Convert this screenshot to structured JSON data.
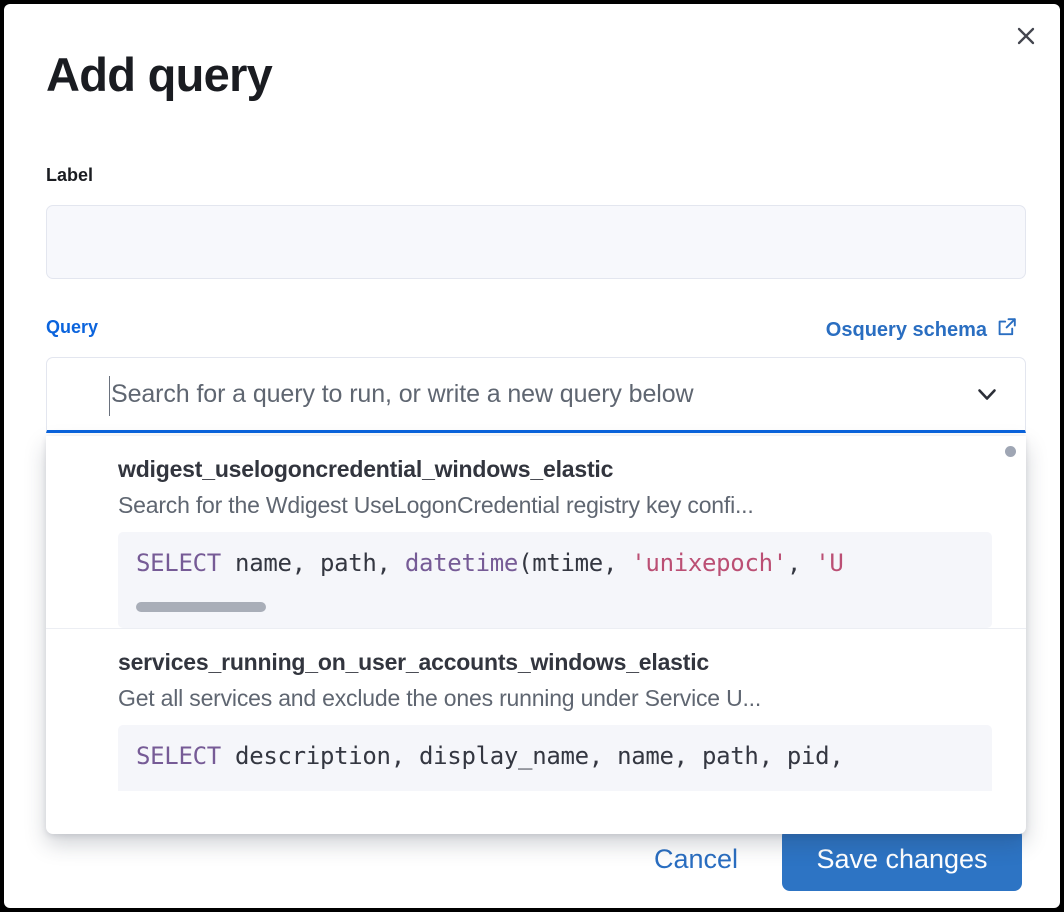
{
  "modal": {
    "title": "Add query",
    "close_icon": "close-icon"
  },
  "label_field": {
    "label": "Label",
    "value": "",
    "placeholder": ""
  },
  "query_field": {
    "label": "Query",
    "schema_link": "Osquery schema",
    "schema_link_icon": "external-link-icon",
    "placeholder": "Search for a query to run, or write a new query below",
    "value": "",
    "chevron_icon": "chevron-down-icon"
  },
  "dropdown": {
    "items": [
      {
        "title": "wdigest_uselogoncredential_windows_elastic",
        "description": "Search for the Wdigest UseLogonCredential registry key confi...",
        "code_tokens": [
          {
            "text": "SELECT",
            "type": "keyword"
          },
          {
            "text": " name, path, ",
            "type": "plain"
          },
          {
            "text": "datetime",
            "type": "function"
          },
          {
            "text": "(mtime, ",
            "type": "plain"
          },
          {
            "text": "'unixepoch'",
            "type": "string"
          },
          {
            "text": ", ",
            "type": "plain"
          },
          {
            "text": "'U",
            "type": "string"
          }
        ],
        "code_text": "SELECT name, path, datetime(mtime, 'unixepoch', 'U"
      },
      {
        "title": "services_running_on_user_accounts_windows_elastic",
        "description": "Get all services and exclude the ones running under Service U...",
        "code_tokens": [
          {
            "text": "SELECT",
            "type": "keyword"
          },
          {
            "text": " description, display_name, name, path, pid,",
            "type": "plain"
          }
        ],
        "code_text": "SELECT description, display_name, name, path, pid,"
      }
    ]
  },
  "footer": {
    "cancel_label": "Cancel",
    "save_label": "Save changes"
  },
  "colors": {
    "accent_blue": "#0b64dd",
    "link_blue": "#2a6ec1",
    "save_button": "#2d74c4",
    "text_dark": "#1a1c21",
    "text_muted": "#5f6671",
    "code_bg": "#f5f6fa",
    "keyword_purple": "#765b96",
    "string_pink": "#bb4f74"
  }
}
